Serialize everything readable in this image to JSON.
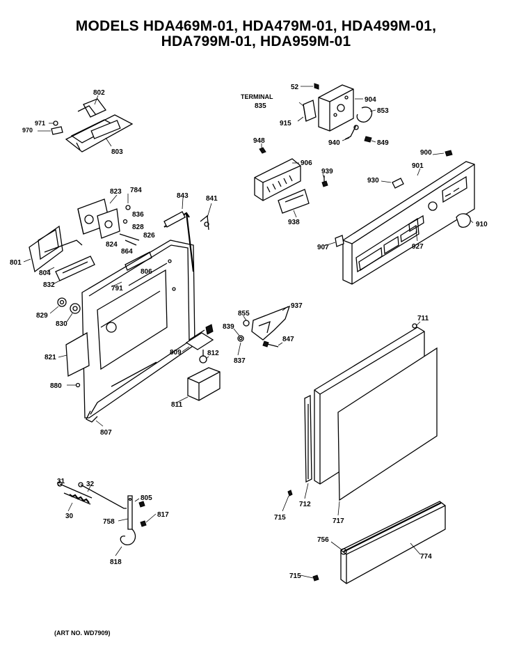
{
  "title": {
    "line1": "MODELS HDA469M-01, HDA479M-01, HDA499M-01,",
    "line2": "HDA799M-01, HDA959M-01"
  },
  "art_number": "(ART NO. WD7909)",
  "parts": {
    "p802": "802",
    "p971": "971",
    "p970": "970",
    "p803": "803",
    "p823": "823",
    "p784": "784",
    "p836": "836",
    "p828": "828",
    "p826": "826",
    "p824": "824",
    "p864": "864",
    "p843": "843",
    "p841": "841",
    "p801": "801",
    "p804": "804",
    "p832": "832",
    "p806": "806",
    "p791": "791",
    "p829": "829",
    "p830": "830",
    "p821": "821",
    "p880": "880",
    "p807": "807",
    "p809": "809",
    "p812": "812",
    "p811": "811",
    "p52": "52",
    "terminal": "TERMINAL",
    "p835": "835",
    "p915": "915",
    "p904": "904",
    "p853": "853",
    "p940": "940",
    "p849": "849",
    "p948": "948",
    "p906": "906",
    "p939": "939",
    "p938": "938",
    "p900": "900",
    "p901": "901",
    "p930": "930",
    "p910": "910",
    "p907": "907",
    "p927": "927",
    "p855": "855",
    "p937": "937",
    "p839": "839",
    "p847": "847",
    "p837": "837",
    "p711": "711",
    "p712": "712",
    "p715a": "715",
    "p717": "717",
    "p756": "756",
    "p774": "774",
    "p715b": "715",
    "p31": "31",
    "p32": "32",
    "p30": "30",
    "p805": "805",
    "p758": "758",
    "p817": "817",
    "p818": "818"
  }
}
